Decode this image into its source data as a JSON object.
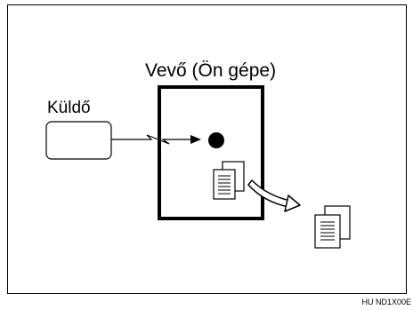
{
  "diagram": {
    "receiver_label": "Vevő (Ön gépe)",
    "sender_label": "Küldő",
    "code": "HU ND1X00E"
  }
}
